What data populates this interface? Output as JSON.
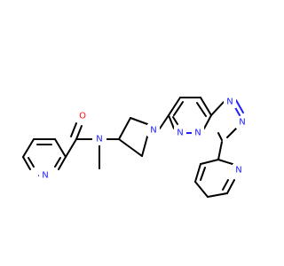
{
  "molecule": {
    "atoms": [
      {
        "id": "O1",
        "symbol": "O",
        "color": "#ff0d0d"
      },
      {
        "id": "N_amide",
        "symbol": "N",
        "color": "#2020ff"
      },
      {
        "id": "N_pyr1",
        "symbol": "N",
        "color": "#2020ff"
      },
      {
        "id": "N_azet",
        "symbol": "N",
        "color": "#2020ff"
      },
      {
        "id": "N_pz1",
        "symbol": "N",
        "color": "#2020ff"
      },
      {
        "id": "N_tri1",
        "symbol": "N",
        "color": "#2020ff"
      },
      {
        "id": "N_tri2",
        "symbol": "N",
        "color": "#2020ff"
      },
      {
        "id": "N_tri3",
        "symbol": "N",
        "color": "#2020ff"
      },
      {
        "id": "N_pyr2",
        "symbol": "N",
        "color": "#2020ff"
      }
    ],
    "label": "molecular structure diagram"
  }
}
